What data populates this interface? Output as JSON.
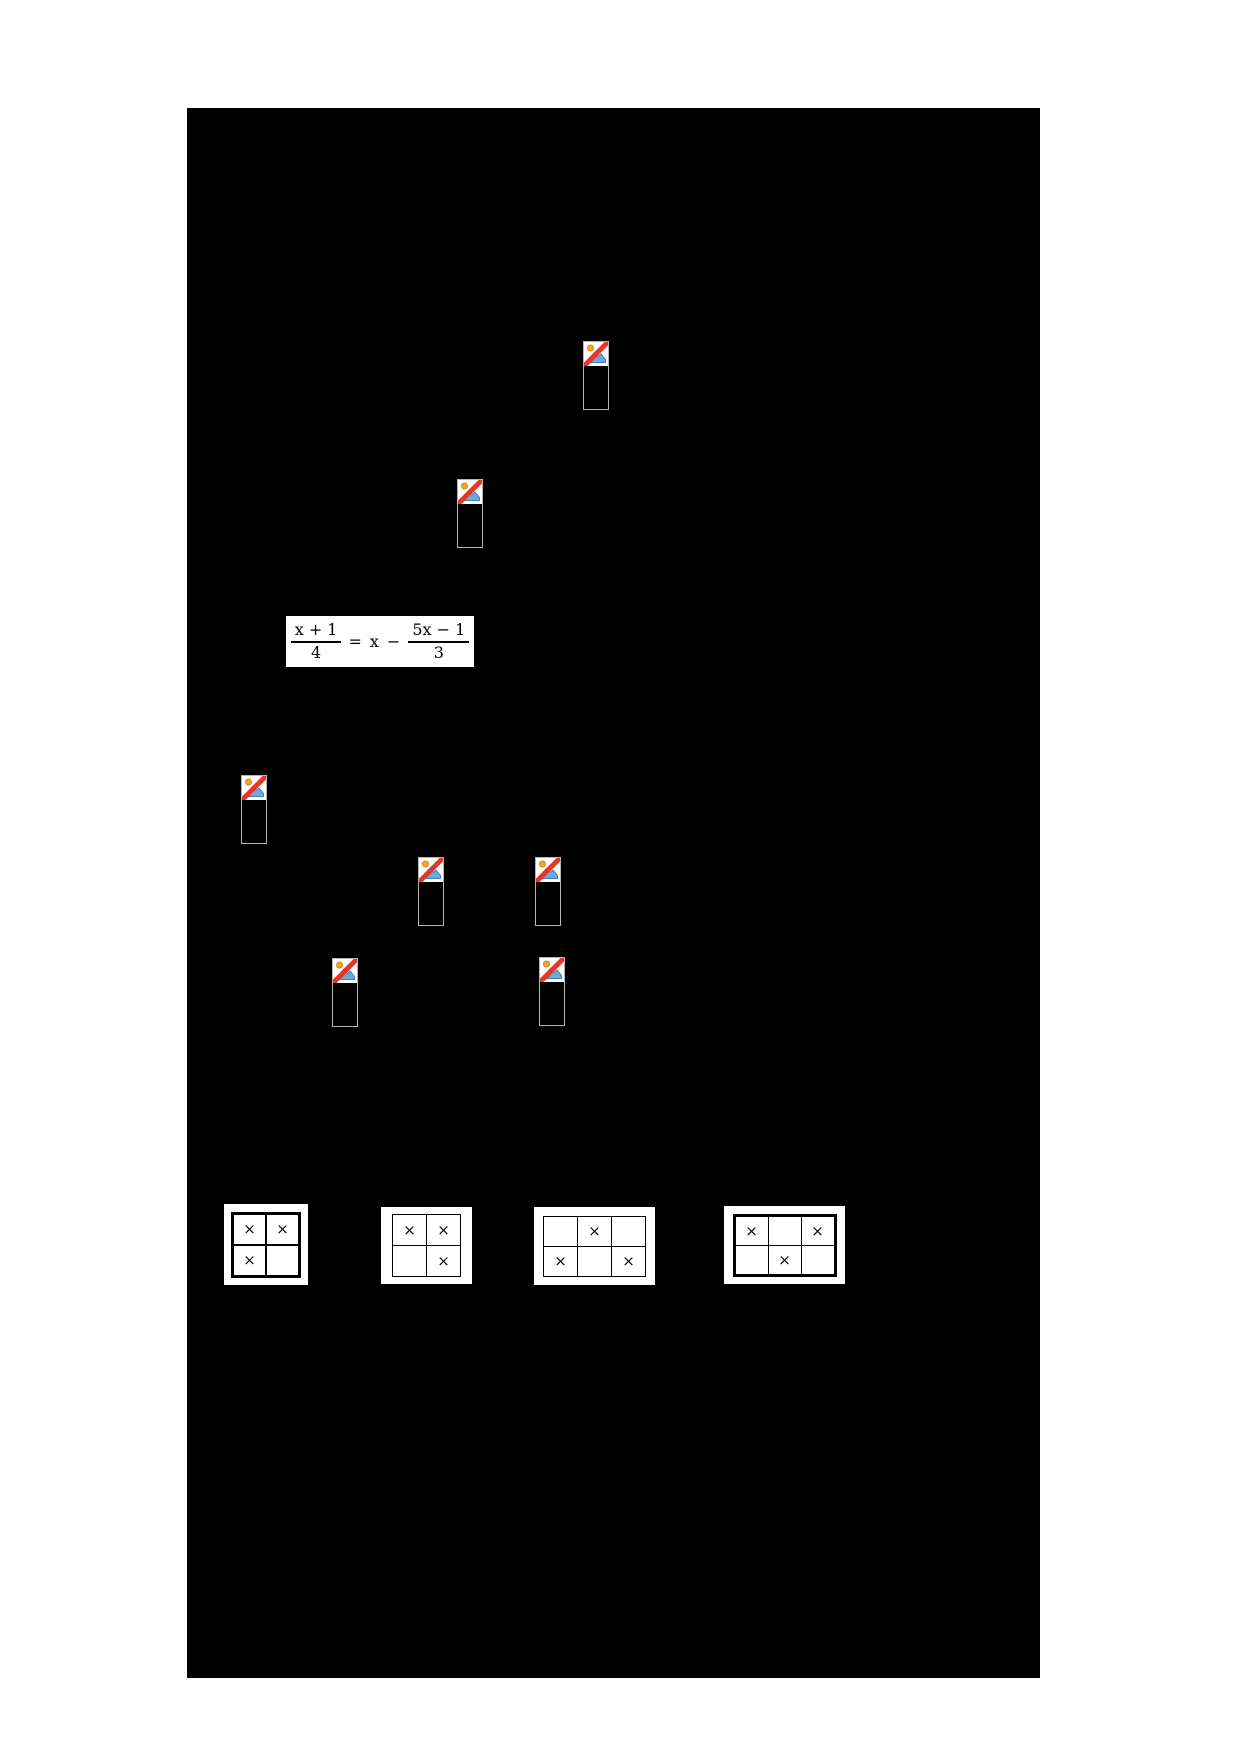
{
  "document": {
    "kind": "math-worksheet-page",
    "sheet_background": "#000000",
    "paper_background": "#ffffff"
  },
  "formula": {
    "lhs": {
      "numerator": "x + 1",
      "denominator": "4"
    },
    "equals_sign": "=",
    "rhs_leading_term": "x",
    "minus_sign": "−",
    "rhs_fraction": {
      "numerator": "5x − 1",
      "denominator": "3"
    },
    "reading": "(x + 1)/4 = x − (5x − 1)/3"
  },
  "broken_image_placeholders": {
    "count": 7,
    "icon": "broken-image-icon",
    "colors": {
      "sun": "#f6a623",
      "sun_outline": "#d4881c",
      "mountain": "#6fa8dc",
      "mountain_outline": "#3f7fbf",
      "slash": "#e2372b",
      "border": "#b4b4b4"
    }
  },
  "grid_mark": "×",
  "grids": [
    {
      "rows": 2,
      "cols": 2,
      "marks": [
        [
          1,
          1
        ],
        [
          1,
          0
        ]
      ]
    },
    {
      "rows": 2,
      "cols": 2,
      "marks": [
        [
          1,
          1
        ],
        [
          0,
          1
        ]
      ]
    },
    {
      "rows": 2,
      "cols": 3,
      "marks": [
        [
          0,
          1,
          0
        ],
        [
          1,
          0,
          1
        ]
      ]
    },
    {
      "rows": 2,
      "cols": 3,
      "marks": [
        [
          1,
          0,
          1
        ],
        [
          0,
          1,
          0
        ]
      ]
    }
  ]
}
